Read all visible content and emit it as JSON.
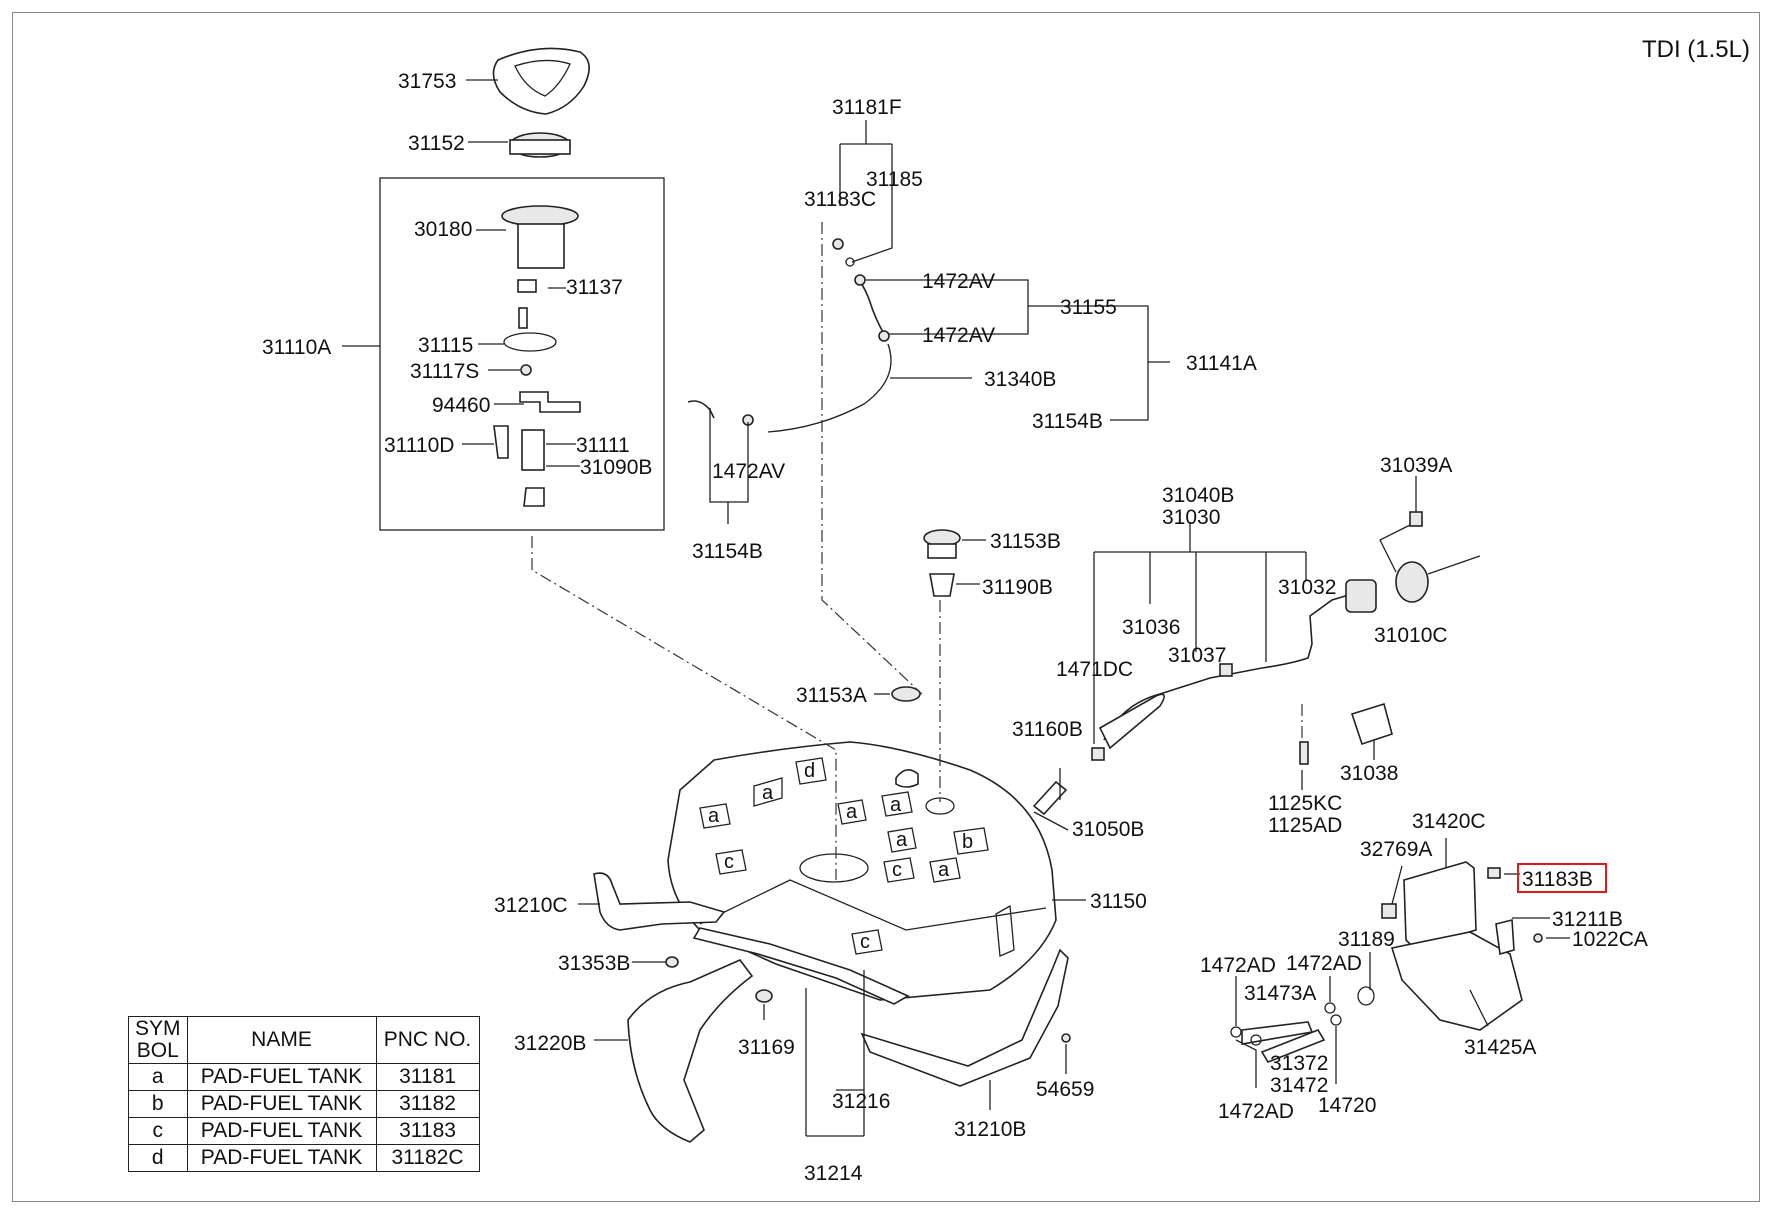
{
  "variant": "TDI (1.5L)",
  "labels": {
    "p31753": "31753",
    "p31152": "31152",
    "p30180": "30180",
    "p31137": "31137",
    "p31110A": "31110A",
    "p31115": "31115",
    "p31117S": "31117S",
    "p94460": "94460",
    "p31110D": "31110D",
    "p31111": "31111",
    "p31090B": "31090B",
    "p31181F": "31181F",
    "p31185": "31185",
    "p31183C": "31183C",
    "p1472AV_1": "1472AV",
    "p1472AV_2": "1472AV",
    "p31155": "31155",
    "p31340B": "31340B",
    "p31141A": "31141A",
    "p31154B_1": "31154B",
    "p1472AV_3": "1472AV",
    "p31154B_2": "31154B",
    "p31039A": "31039A",
    "p31040B": "31040B",
    "p31030": "31030",
    "p31032": "31032",
    "p31036": "31036",
    "p31037": "31037",
    "p1471DC": "1471DC",
    "p31010C": "31010C",
    "p31153B": "31153B",
    "p31190B": "31190B",
    "p31153A": "31153A",
    "p31160B": "31160B",
    "p31050B": "31050B",
    "p1125KC": "1125KC",
    "p1125AD": "1125AD",
    "p31038": "31038",
    "p31420C": "31420C",
    "p32769A": "32769A",
    "p31183B": "31183B",
    "p31211B": "31211B",
    "p1022CA": "1022CA",
    "p31189": "31189",
    "p1472AD_1": "1472AD",
    "p1472AD_2": "1472AD",
    "p31473A": "31473A",
    "p31372": "31372",
    "p31472": "31472",
    "p14720": "14720",
    "p1472AD_3": "1472AD",
    "p31425A": "31425A",
    "p31150": "31150",
    "p31210C": "31210C",
    "p31353B": "31353B",
    "p31220B": "31220B",
    "p31169": "31169",
    "p31216": "31216",
    "p31214": "31214",
    "p31210B": "31210B",
    "p54659": "54659"
  },
  "symbols": {
    "a": "a",
    "b": "b",
    "c": "c",
    "d": "d"
  },
  "legend": {
    "headers": {
      "sym": "SYM BOL",
      "name": "NAME",
      "pnc": "PNC NO."
    },
    "rows": [
      {
        "sym": "a",
        "name": "PAD-FUEL TANK",
        "pnc": "31181"
      },
      {
        "sym": "b",
        "name": "PAD-FUEL TANK",
        "pnc": "31182"
      },
      {
        "sym": "c",
        "name": "PAD-FUEL TANK",
        "pnc": "31183"
      },
      {
        "sym": "d",
        "name": "PAD-FUEL TANK",
        "pnc": "31182C"
      }
    ]
  },
  "highlight": {
    "label": "31183B",
    "color": "#e0191c"
  }
}
